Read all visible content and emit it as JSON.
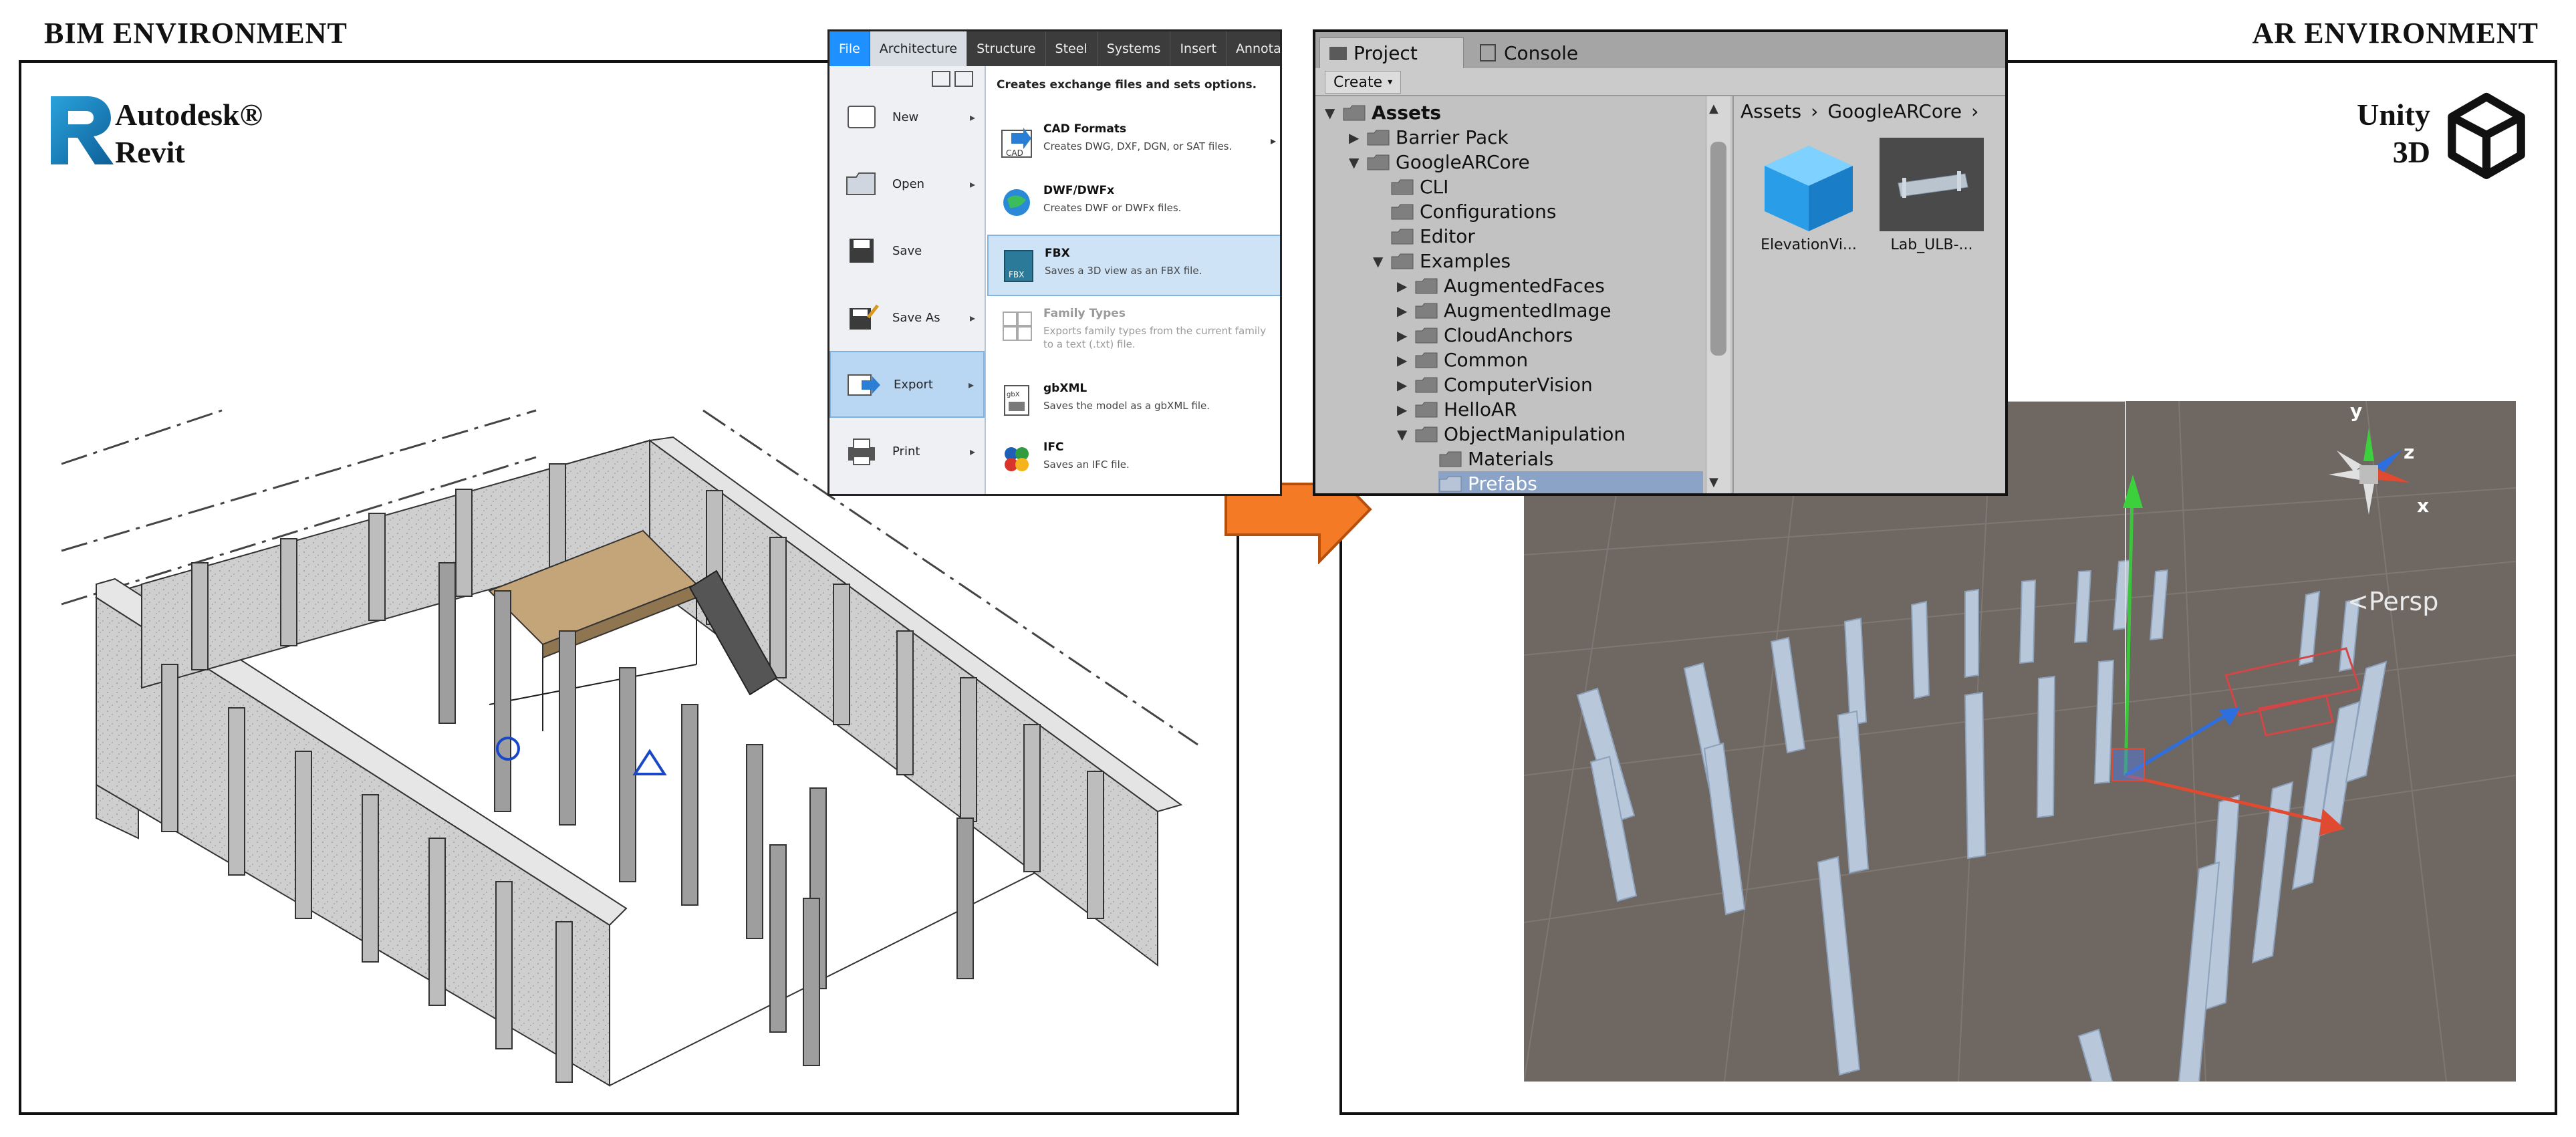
{
  "headers": {
    "left": "BIM ENVIRONMENT",
    "right": "AR ENVIRONMENT"
  },
  "revit_brand": {
    "line1": "Autodesk®",
    "line2": "Revit",
    "logo_letter": "R",
    "logo_color": "#1d84c6"
  },
  "unity_brand": {
    "line1": "Unity",
    "line2": "3D",
    "logo_icon": "unity-logo-icon"
  },
  "revit_menu": {
    "ribbon_tabs": [
      "File",
      "Architecture",
      "Structure",
      "Steel",
      "Systems",
      "Insert",
      "Annotate"
    ],
    "active_tab": "File",
    "header": "Creates exchange files and sets options.",
    "commands": [
      {
        "label": "New",
        "icon": "new-file-icon",
        "submenu": true
      },
      {
        "label": "Open",
        "icon": "open-folder-icon",
        "submenu": true
      },
      {
        "label": "Save",
        "icon": "save-icon",
        "submenu": false
      },
      {
        "label": "Save As",
        "icon": "save-as-icon",
        "submenu": true
      },
      {
        "label": "Export",
        "icon": "export-icon",
        "submenu": true,
        "selected": true
      },
      {
        "label": "Print",
        "icon": "print-icon",
        "submenu": true
      }
    ],
    "export_options": [
      {
        "title": "CAD Formats",
        "desc": "Creates DWG, DXF, DGN, or SAT files.",
        "icon": "cad-icon",
        "submenu": true
      },
      {
        "title": "DWF/DWFx",
        "desc": "Creates DWF or DWFx files.",
        "icon": "dwf-globe-icon"
      },
      {
        "title": "FBX",
        "desc": "Saves a 3D view as an FBX file.",
        "icon": "fbx-icon",
        "selected": true
      },
      {
        "title": "Family Types",
        "desc": "Exports family types from the current family to a text (.txt) file.",
        "icon": "family-types-icon",
        "disabled": true
      },
      {
        "title": "gbXML",
        "desc": "Saves the model as a gbXML file.",
        "icon": "gbxml-icon"
      },
      {
        "title": "IFC",
        "desc": "Saves an IFC file.",
        "icon": "ifc-icon"
      }
    ]
  },
  "unity_project": {
    "tabs": [
      "Project",
      "Console"
    ],
    "create_label": "Create",
    "tree": [
      {
        "label": "Assets",
        "depth": 0,
        "expanded": true,
        "bold": true
      },
      {
        "label": "Barrier Pack",
        "depth": 1,
        "expanded": false
      },
      {
        "label": "GoogleARCore",
        "depth": 1,
        "expanded": true
      },
      {
        "label": "CLI",
        "depth": 2,
        "leaf": true
      },
      {
        "label": "Configurations",
        "depth": 2,
        "leaf": true
      },
      {
        "label": "Editor",
        "depth": 2,
        "leaf": true
      },
      {
        "label": "Examples",
        "depth": 2,
        "expanded": true
      },
      {
        "label": "AugmentedFaces",
        "depth": 3,
        "expanded": false
      },
      {
        "label": "AugmentedImage",
        "depth": 3,
        "expanded": false
      },
      {
        "label": "CloudAnchors",
        "depth": 3,
        "expanded": false
      },
      {
        "label": "Common",
        "depth": 3,
        "expanded": false
      },
      {
        "label": "ComputerVision",
        "depth": 3,
        "expanded": false
      },
      {
        "label": "HelloAR",
        "depth": 3,
        "expanded": false
      },
      {
        "label": "ObjectManipulation",
        "depth": 3,
        "expanded": true
      },
      {
        "label": "Materials",
        "depth": 4,
        "leaf": true
      },
      {
        "label": "Prefabs",
        "depth": 4,
        "leaf": true,
        "selected": true
      }
    ],
    "breadcrumb": [
      "Assets",
      "GoogleARCore"
    ],
    "assets": [
      {
        "name": "ElevationVi...",
        "icon": "blue-cube-icon"
      },
      {
        "name": "Lab_ULB-...",
        "icon": "model-thumbnail-icon"
      }
    ]
  },
  "unity_scene": {
    "gizmo_axes": [
      "y",
      "z",
      "x"
    ],
    "view_label": "<Persp"
  },
  "colors": {
    "arrow": "#f47a26",
    "scene_bg": "#6e6762",
    "revit_blue": "#1d84c6",
    "selection_blue": "#cfe3f7"
  }
}
